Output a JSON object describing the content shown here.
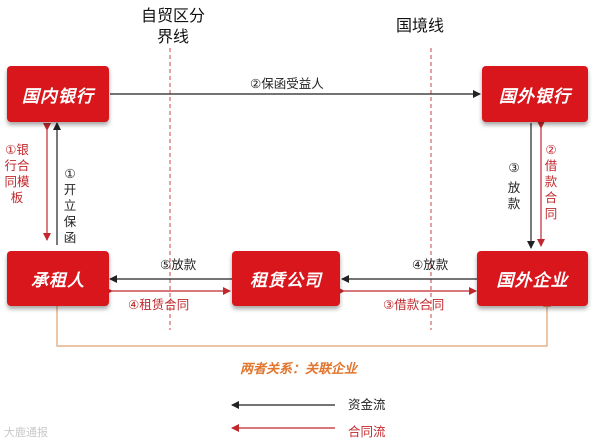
{
  "headers": {
    "ftz_boundary": "自贸区分界线",
    "border": "国境线"
  },
  "nodes": {
    "domestic_bank": "国内银行",
    "foreign_bank": "国外银行",
    "lessee": "承租人",
    "leasing_company": "租赁公司",
    "foreign_enterprise": "国外企业"
  },
  "labels": {
    "beneficiary": "②保函受益人",
    "bank_template": "①银行合同模板",
    "open_guarantee_num": "①",
    "open_guarantee": "开立保函",
    "loan_fund_num": "③",
    "loan_fund": "放款",
    "loan_contract": "②借款合同",
    "lend5": "⑤放款",
    "lend4": "④放款",
    "lease_contract": "④租赁合同",
    "loan_contract3": "③借款合同"
  },
  "legend": {
    "relation": "两者关系：关联企业",
    "fund_flow": "资金流",
    "contract_flow": "合同流"
  },
  "watermark": "大鹿通报",
  "colors": {
    "node": "#d8161c",
    "contract_line": "#c0282d",
    "relation_line": "#e0a070",
    "fund_line": "#222222"
  }
}
